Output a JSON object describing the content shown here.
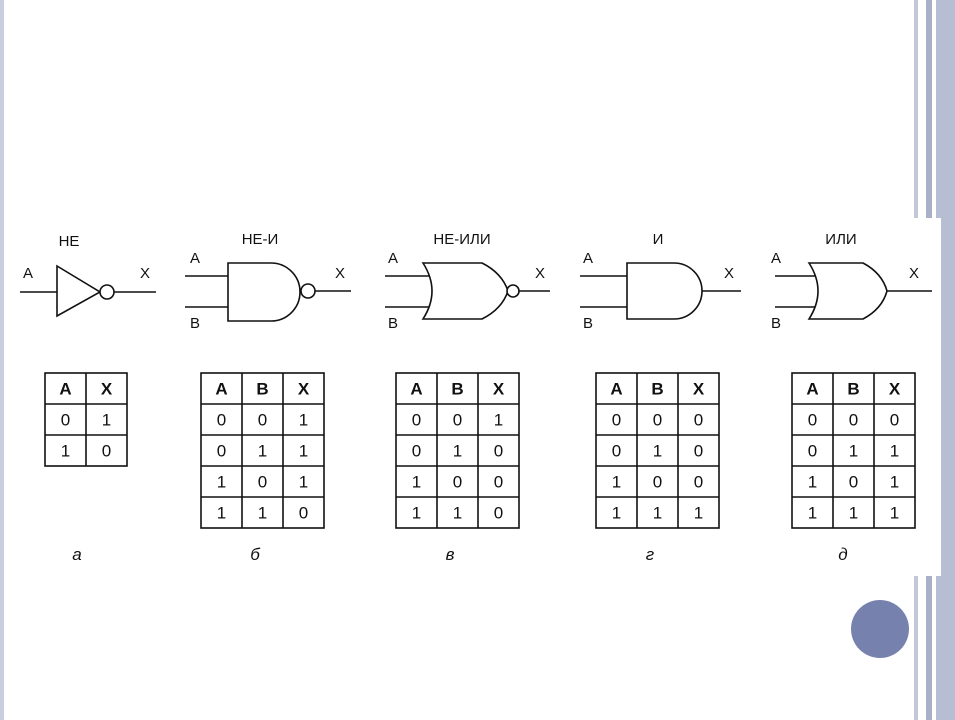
{
  "gates": [
    {
      "name": "НЕ",
      "caption": "а",
      "input_labels": [
        "A"
      ],
      "output_label": "X",
      "table": {
        "headers": [
          "A",
          "X"
        ],
        "rows": [
          [
            "0",
            "1"
          ],
          [
            "1",
            "0"
          ]
        ]
      }
    },
    {
      "name": "НЕ-И",
      "caption": "б",
      "input_labels": [
        "A",
        "B"
      ],
      "output_label": "X",
      "table": {
        "headers": [
          "A",
          "B",
          "X"
        ],
        "rows": [
          [
            "0",
            "0",
            "1"
          ],
          [
            "0",
            "1",
            "1"
          ],
          [
            "1",
            "0",
            "1"
          ],
          [
            "1",
            "1",
            "0"
          ]
        ]
      }
    },
    {
      "name": "НЕ-ИЛИ",
      "caption": "в",
      "input_labels": [
        "A",
        "B"
      ],
      "output_label": "X",
      "table": {
        "headers": [
          "A",
          "B",
          "X"
        ],
        "rows": [
          [
            "0",
            "0",
            "1"
          ],
          [
            "0",
            "1",
            "0"
          ],
          [
            "1",
            "0",
            "0"
          ],
          [
            "1",
            "1",
            "0"
          ]
        ]
      }
    },
    {
      "name": "И",
      "caption": "г",
      "input_labels": [
        "A",
        "B"
      ],
      "output_label": "X",
      "table": {
        "headers": [
          "A",
          "B",
          "X"
        ],
        "rows": [
          [
            "0",
            "0",
            "0"
          ],
          [
            "0",
            "1",
            "0"
          ],
          [
            "1",
            "0",
            "0"
          ],
          [
            "1",
            "1",
            "1"
          ]
        ]
      }
    },
    {
      "name": "ИЛИ",
      "caption": "д",
      "input_labels": [
        "A",
        "B"
      ],
      "output_label": "X",
      "table": {
        "headers": [
          "A",
          "B",
          "X"
        ],
        "rows": [
          [
            "0",
            "0",
            "0"
          ],
          [
            "0",
            "1",
            "1"
          ],
          [
            "1",
            "0",
            "1"
          ],
          [
            "1",
            "1",
            "1"
          ]
        ]
      }
    }
  ],
  "colors": {
    "accent_circle": "#7682ad",
    "side_bar": "#b7bdd2",
    "ink": "#111111"
  }
}
